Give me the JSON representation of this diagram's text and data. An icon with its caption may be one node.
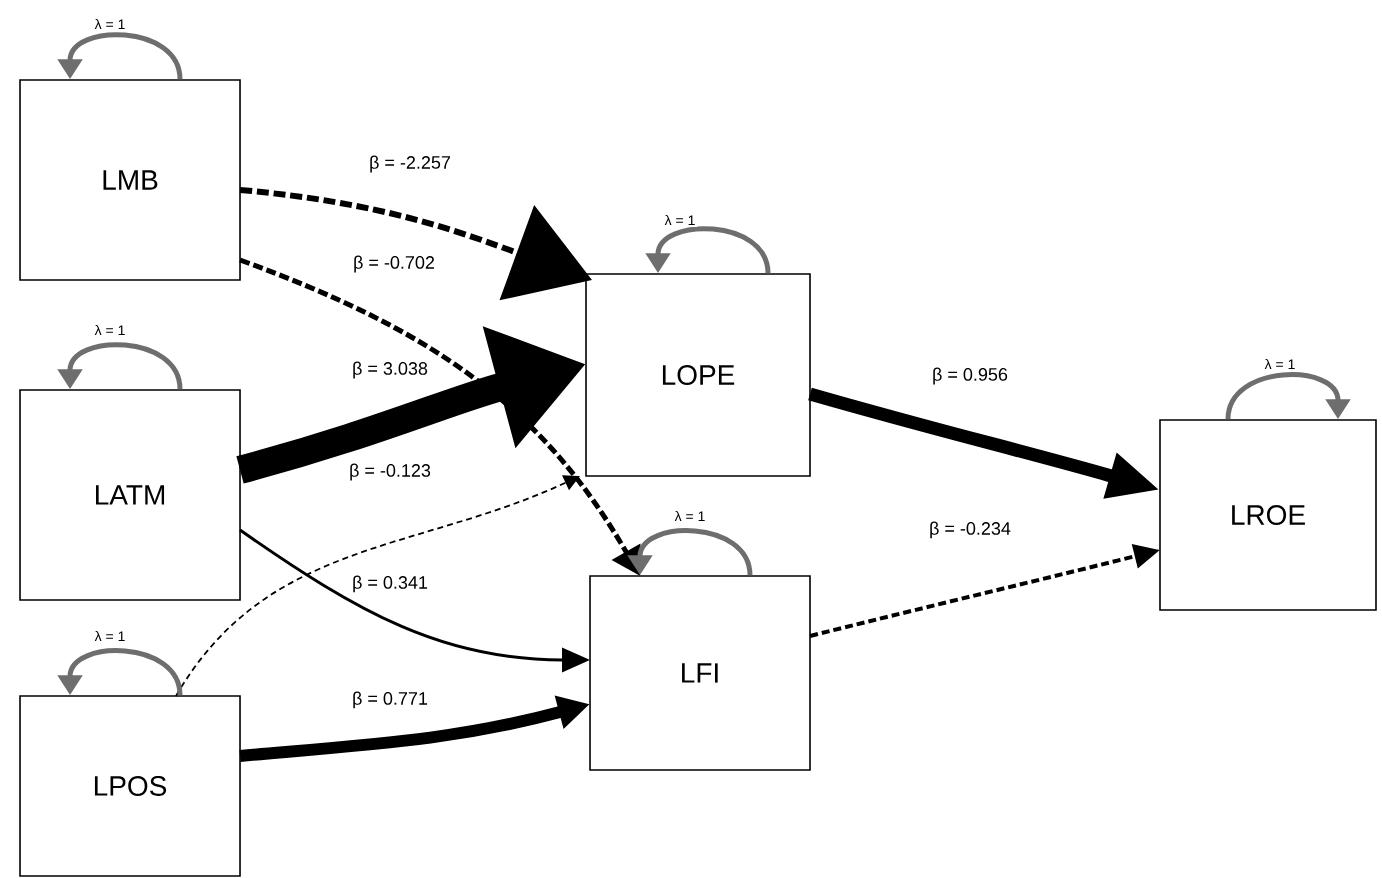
{
  "diagram": {
    "nodes": [
      {
        "text": [
          "LMB"
        ]
      },
      {
        "text": [
          "LATM"
        ]
      },
      {
        "text": [
          "LPOS"
        ]
      },
      {
        "text": [
          "LOPE"
        ]
      },
      {
        "text": [
          "LFI"
        ]
      },
      {
        "text": [
          "LROE"
        ]
      }
    ],
    "edges": [
      {
        "from": 0,
        "to": 3,
        "arrow": "to",
        "label": "β = -2.257",
        "style": "dashed"
      },
      {
        "from": 0,
        "to": 4,
        "arrow": "to",
        "label": "β = -0.702",
        "style": "dashed"
      },
      {
        "from": 1,
        "to": 3,
        "arrow": "to",
        "label": "β = 3.038",
        "style": "thick"
      },
      {
        "from": 2,
        "to": 3,
        "arrow": "to",
        "label": "β = -0.123",
        "style": "dashed"
      },
      {
        "from": 1,
        "to": 4,
        "arrow": "to",
        "label": "β = 0.341"
      },
      {
        "from": 2,
        "to": 4,
        "arrow": "to",
        "label": "β = 0.771",
        "style": "thick"
      },
      {
        "from": 3,
        "to": 5,
        "arrow": "to",
        "label": "β = 0.956",
        "style": "thick"
      },
      {
        "from": 4,
        "to": 5,
        "arrow": "to",
        "label": "β = -0.234",
        "style": "dashed"
      },
      {
        "from": 0,
        "to": 0,
        "arrow": "to",
        "label": "λ = 1",
        "color": "#6e6e6e"
      },
      {
        "from": 1,
        "to": 1,
        "arrow": "to",
        "label": "λ = 1",
        "color": "#6e6e6e"
      },
      {
        "from": 2,
        "to": 2,
        "arrow": "to",
        "label": "λ = 1",
        "color": "#6e6e6e"
      },
      {
        "from": 3,
        "to": 3,
        "arrow": "to",
        "label": "λ = 1",
        "color": "#6e6e6e"
      },
      {
        "from": 4,
        "to": 4,
        "arrow": "to",
        "label": "λ = 1",
        "color": "#6e6e6e"
      },
      {
        "from": 5,
        "to": 5,
        "arrow": "to",
        "label": "λ = 1",
        "color": "#6e6e6e"
      }
    ]
  }
}
